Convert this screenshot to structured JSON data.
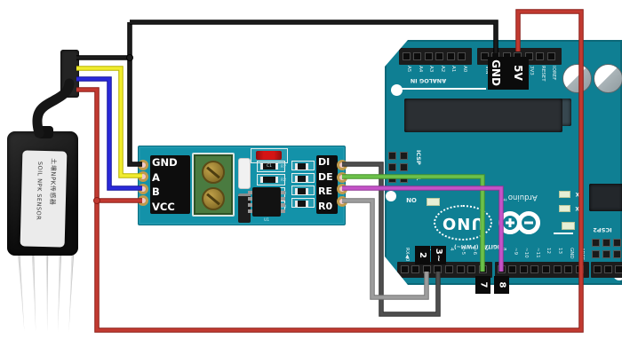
{
  "sensor": {
    "label_line1": "土壤NPK传感器",
    "label_line2": "SOIL NPK SENSOR"
  },
  "module": {
    "left_pins": [
      "GND",
      "A",
      "B",
      "VCC"
    ],
    "right_pins": [
      "DI",
      "DE",
      "RE",
      "R0"
    ],
    "component_labels": {
      "c1": "C1",
      "u1": "U1",
      "r7": "R7",
      "r2": "R2",
      "r3": "R3",
      "c3": "C3"
    }
  },
  "arduino": {
    "analog_caption": "ANALOG IN",
    "analog_labels": [
      "A5",
      "A4",
      "A3",
      "A2",
      "A1",
      "A0"
    ],
    "power_labels": [
      "VIN",
      "GND",
      "GND",
      "5V",
      "3V3",
      "RESET",
      "IOREF"
    ],
    "power_callouts": {
      "gnd": "GND",
      "five_v": "5V"
    },
    "digital_caption": "DIGITAL (PWM~)",
    "digital_labels": [
      "RX◀0",
      "TX▶1",
      "2",
      "3~",
      "4",
      "~5",
      "~6",
      "7",
      "8",
      "~9",
      "~10",
      "~11",
      "12",
      "13",
      "GND",
      "AREF"
    ],
    "pin_callouts": {
      "two": "2",
      "three": "3~",
      "seven": "7",
      "eight": "8"
    },
    "icsp_label": "ICSP",
    "icsp_number": "1",
    "icsp2_label": "ICSP2",
    "on_label": "ON",
    "uno_label": "UNO",
    "brand_label": "Arduino™",
    "led_labels": [
      "TX",
      "RX",
      "L"
    ]
  },
  "wires": [
    {
      "name": "wire-gnd-black",
      "color": "#1c1c1c",
      "outline": "#000000",
      "paths": [
        "M86 65 H146",
        "M146 25 V185 H160",
        "M146 25 H558 V60"
      ],
      "junctions": [
        [
          146,
          65
        ]
      ]
    },
    {
      "name": "wire-a-yellow",
      "color": "#f0ec2e",
      "outline": "#b9b400",
      "paths": [
        "M86 77 H136 V198 H160"
      ],
      "junctions": []
    },
    {
      "name": "wire-b-blue",
      "color": "#2a2ada",
      "outline": "#14149e",
      "paths": [
        "M86 89 H123 V212 H160"
      ],
      "junctions": []
    },
    {
      "name": "wire-vcc-red",
      "color": "#c23a31",
      "outline": "#8c1f19",
      "paths": [
        "M86 101 H109 V372 H654 V13 H583 V58",
        "M109 226 H160"
      ],
      "junctions": [
        [
          109,
          226
        ]
      ]
    },
    {
      "name": "wire-di-darkgray",
      "color": "#4f4f4f",
      "outline": "#303030",
      "paths": [
        "M385 185 H429 V354 H493 V306"
      ],
      "junctions": []
    },
    {
      "name": "wire-r0-lightgray",
      "color": "#9d9d9d",
      "outline": "#767676",
      "paths": [
        "M385 226 H419 V335 H480 V306"
      ],
      "junctions": []
    },
    {
      "name": "wire-de-green",
      "color": "#6cc14a",
      "outline": "#47922d",
      "paths": [
        "M385 199 H543 V306"
      ],
      "junctions": []
    },
    {
      "name": "wire-re-magenta",
      "color": "#c553c8",
      "outline": "#8f3596",
      "paths": [
        "M385 212 H564 V306"
      ],
      "junctions": []
    }
  ]
}
